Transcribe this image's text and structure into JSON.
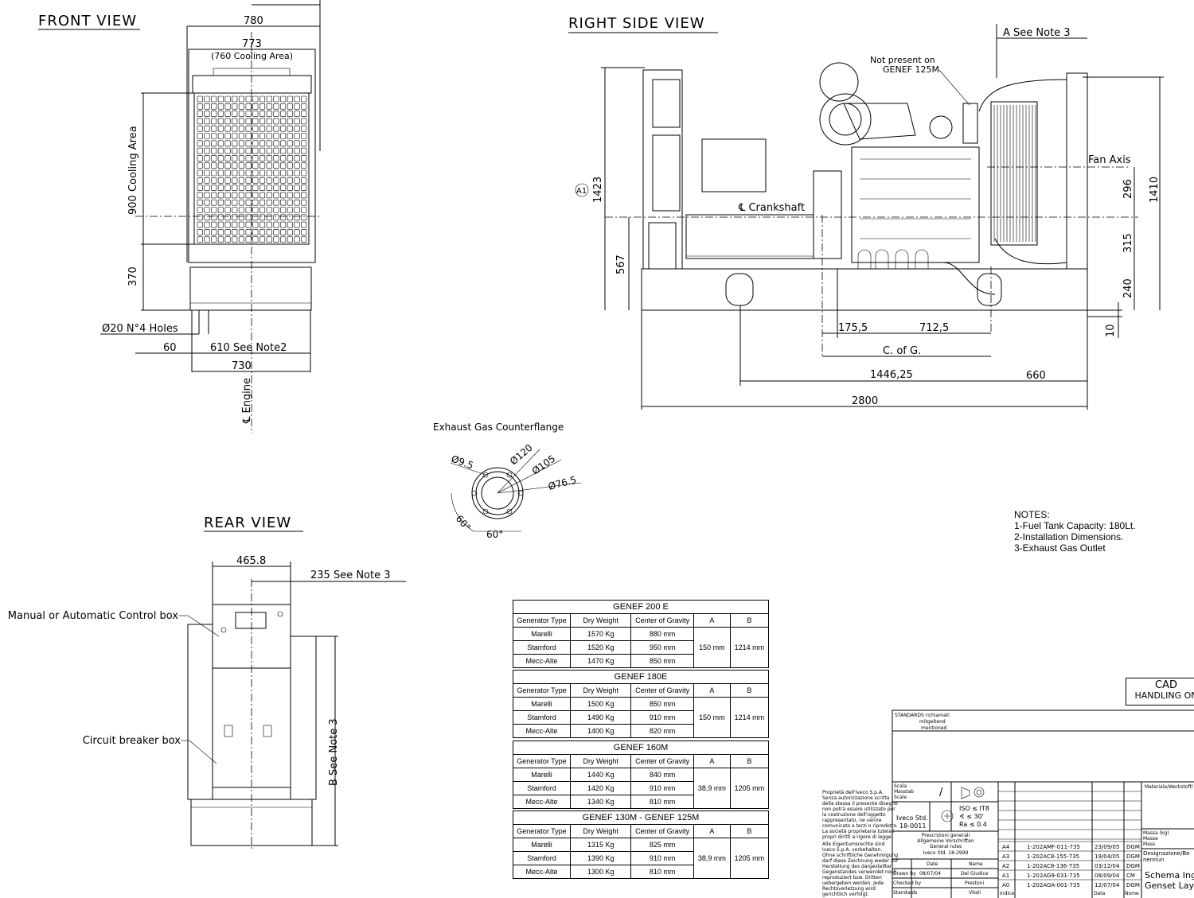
{
  "front_view": {
    "title": "FRONT VIEW",
    "dim_780": "780",
    "dim_773": "773",
    "cooling_area_width": "(760  Cooling Area)",
    "cooling_area_height": "900 Cooling Area",
    "dim_370": "370",
    "holes": "Ø20 N°4 Holes",
    "dim_60": "60",
    "dim_610": "610 See Note2",
    "dim_730": "730",
    "engine_axis": "℄ Engine"
  },
  "side_view": {
    "title": "RIGHT SIDE VIEW",
    "note_a": "A See Note 3",
    "not_present_1": "Not present on",
    "not_present_2": "GENEF 125M",
    "fan_axis": "Fan  Axis",
    "dim_1410": "1410",
    "dim_296": "296",
    "dim_315": "315",
    "dim_240": "240",
    "dim_10": "10",
    "dim_1423": "1423",
    "callout_a1": "A1",
    "dim_567": "567",
    "crankshaft": "℄ Crankshaft",
    "dim_175": "175,5",
    "dim_712": "712,5",
    "cog": "C. of G.",
    "dim_1446": "1446,25",
    "dim_660": "660",
    "dim_2800": "2800"
  },
  "flange": {
    "title": "Exhaust Gas Counterflange",
    "d95": "Ø9.5",
    "d120": "Ø120",
    "d105": "Ø105",
    "d765": "Ø76.5",
    "angle1": "60°",
    "angle2": "60°"
  },
  "rear_view": {
    "title": "REAR VIEW",
    "dim_465": "465.8",
    "dim_235": "235 See Note 3",
    "control_box": "Manual or Automatic Control box",
    "breaker_box": "Circuit breaker box",
    "note_b": "B See Note 3"
  },
  "notes": {
    "heading": "NOTES:",
    "items": [
      "1-Fuel Tank Capacity: 180Lt.",
      "2-Installation Dimensions.",
      "3-Exhaust Gas Outlet"
    ]
  },
  "tables": [
    {
      "title": "GENEF 200 E",
      "headers": [
        "Generator Type",
        "Dry Weight",
        "Center of Gravity",
        "A",
        "B"
      ],
      "rows": [
        [
          "Marelli",
          "1570 Kg",
          "880 mm"
        ],
        [
          "Stamford",
          "1520 Kg",
          "950 mm"
        ],
        [
          "Mecc-Alte",
          "1470 Kg",
          "850 mm"
        ]
      ],
      "a": "150 mm",
      "b": "1214 mm"
    },
    {
      "title": "GENEF 180E",
      "headers": [
        "Generator Type",
        "Dry Weight",
        "Center of Gravity",
        "A",
        "B"
      ],
      "rows": [
        [
          "Marelli",
          "1500 Kg",
          "850 mm"
        ],
        [
          "Stamford",
          "1490 Kg",
          "910 mm"
        ],
        [
          "Mecc-Alte",
          "1400 Kg",
          "820 mm"
        ]
      ],
      "a": "150 mm",
      "b": "1214 mm"
    },
    {
      "title": "GENEF 160M",
      "headers": [
        "Generator Type",
        "Dry Weight",
        "Center of Gravity",
        "A",
        "B"
      ],
      "rows": [
        [
          "Marelli",
          "1440 Kg",
          "840 mm"
        ],
        [
          "Stamford",
          "1420 Kg",
          "910 mm"
        ],
        [
          "Mecc-Alte",
          "1340 Kg",
          "810 mm"
        ]
      ],
      "a": "38,9 mm",
      "b": "1205 mm"
    },
    {
      "title": "GENEF 130M - GENEF 125M",
      "headers": [
        "Generator Type",
        "Dry Weight",
        "Center of Gravity",
        "A",
        "B"
      ],
      "rows": [
        [
          "Marelli",
          "1315 Kg",
          "825 mm"
        ],
        [
          "Stamford",
          "1390 Kg",
          "910 mm"
        ],
        [
          "Mecc-Alte",
          "1300 Kg",
          "810 mm"
        ]
      ],
      "a": "38,9 mm",
      "b": "1205 mm"
    }
  ],
  "cad_box": {
    "line1": "CAD",
    "line2": "HANDLING ON"
  },
  "title_block": {
    "standards": [
      "STANDARDS richiamati",
      "mitgeltend",
      "mentioned"
    ],
    "scale_label": [
      "Scala",
      "Masstab",
      "Scale"
    ],
    "scale_value": "/",
    "iso": [
      "ISO ≤ IT8",
      "∢ ≤ 30'",
      "Ra ≤ 0.4"
    ],
    "iveco_std": [
      "Iveco Std.",
      "18-0011"
    ],
    "general_rules": [
      "Prescrizioni generali",
      "Allgemeine Vorschriften",
      "General rules",
      "Iveco Std. 18-2999"
    ],
    "date_header": "Date",
    "name_header": "Name",
    "drawn_by": "Drawn by",
    "drawn_date": "08/07/04",
    "drawn_name": "Del Giudice",
    "checked_by": "Checked by",
    "checked_name": "Prestoni",
    "standards_row": "Standards",
    "standards_name": "Vitali",
    "index_label": "Indice",
    "data_label": "Data",
    "nome_label": "Nome",
    "revisions": [
      {
        "idx": "A4",
        "code": "1-202AMF-011-735",
        "date": "23/09/05",
        "by": "DGM"
      },
      {
        "idx": "A3",
        "code": "1-202AC8-155-735",
        "date": "19/04/05",
        "by": "DGM"
      },
      {
        "idx": "A2",
        "code": "1-202AC8-136-735",
        "date": "03/12/04",
        "by": "DGM"
      },
      {
        "idx": "A1",
        "code": "1-202AG9-031-735",
        "date": "08/09/04",
        "by": "CM"
      },
      {
        "idx": "A0",
        "code": "1-202AGA-001-735",
        "date": "12/07/04",
        "by": "DGM"
      }
    ],
    "material": "Materiale/Werkstoff/",
    "mass": [
      "Massa (kg)",
      "Masse",
      "Mass"
    ],
    "designation": "Designazione/Benennun",
    "name_1": "Schema Ingo",
    "name_2": "Genset Layou",
    "property_it": [
      "Proprietà dell'Iveco S.p.A.",
      "Senza autorizzazione scritta",
      "della stessa il presente disegno",
      "non potrà essere utilizzato per",
      "la costruzione dell'oggetto",
      "rappresentato, ne venire",
      "comunicato a terzi o riprodotto.",
      "La società proprietaria tutela i",
      "propri diritti a rigore di legge."
    ],
    "property_de": [
      "Alle Eigentumsrechte sind",
      "Iveco S.p.A. vorbehalten.",
      "Ohne schriftliche Genehmigung",
      "darf diese Zeichnung weder zur",
      "Herstellung des dargestellten",
      "Gegenstandes verwendet noch",
      "reproduziert bzw. Dritten",
      "uebergeben werden. Jede",
      "Rechtsverletzung wird",
      "gerichtlich verfolgt."
    ]
  }
}
